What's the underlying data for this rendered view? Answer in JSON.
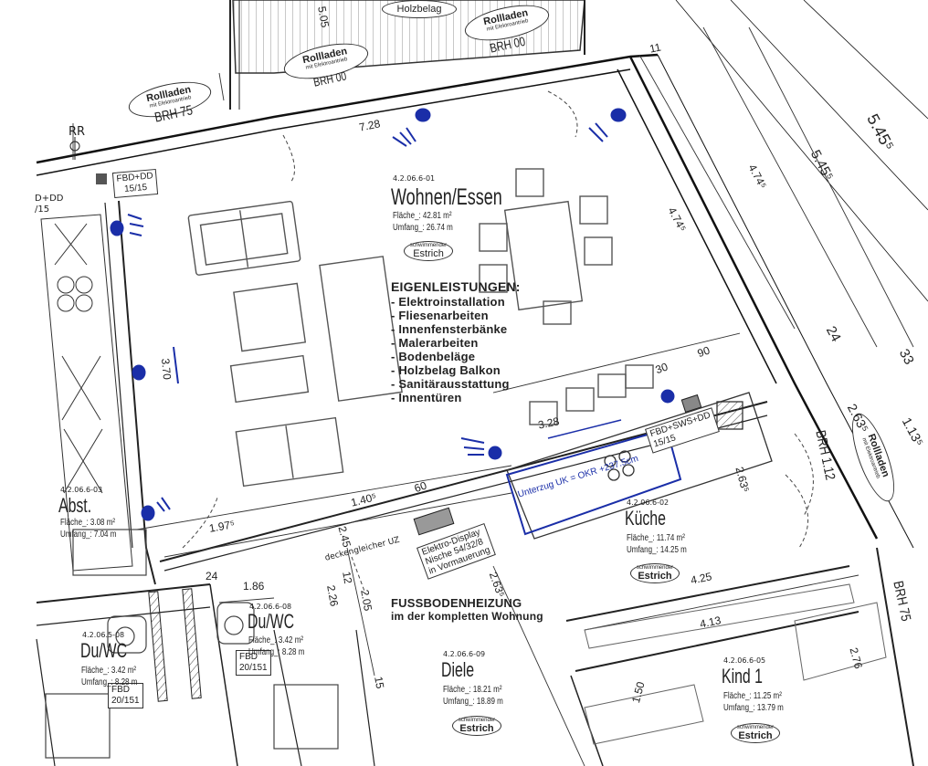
{
  "rooms": {
    "wohnen": {
      "id": "4.2.06.6-01",
      "name": "Wohnen/Essen",
      "flaeche": "Fläche_: 42.81 m²",
      "umfang": "Umfang_: 26.74 m"
    },
    "kueche": {
      "id": "4.2.06.6-02",
      "name": "Küche",
      "flaeche": "Fläche_: 11.74 m²",
      "umfang": "Umfang_: 14.25 m"
    },
    "abst": {
      "id": "4.2.06.6-03",
      "name": "Abst.",
      "flaeche": "Fläche_: 3.08 m²",
      "umfang": "Umfang_: 7.04 m"
    },
    "duwc1": {
      "id": "4.2.06.6-08",
      "name": "Du/WC",
      "flaeche": "Fläche_: 3.42 m²",
      "umfang": "Umfang_: 8.28 m"
    },
    "duwc2": {
      "id": "4.2.06.5-08",
      "name": "Du/WC",
      "flaeche": "Fläche_: 3.42 m²",
      "umfang": "Umfang_: 8.28 m"
    },
    "diele": {
      "id": "4.2.06.6-09",
      "name": "Diele",
      "flaeche": "Fläche_: 18.21 m²",
      "umfang": "Umfang_: 18.89 m"
    },
    "kind1": {
      "id": "4.2.06.6-05",
      "name": "Kind 1",
      "flaeche": "Fläche_: 11.25 m²",
      "umfang": "Umfang_: 13.79 m"
    }
  },
  "estrich": {
    "small": "schwimmender",
    "label": "Estrich"
  },
  "eigenleistungen": {
    "title": "EIGENLEISTUNGEN:",
    "items": [
      "- Elektroinstallation",
      "- Fliesenarbeiten",
      "- Innenfensterbänke",
      "- Malerarbeiten",
      "- Bodenbeläge",
      "- Holzbelag Balkon",
      "- Sanitärausstattung",
      "- Innentüren"
    ]
  },
  "fussboden": {
    "line1": "FUSSBODENHEIZUNG",
    "line2": "im der kompletten Wohnung"
  },
  "rollladen": {
    "title": "Rollladen",
    "sub": "mit Elektroantrieb"
  },
  "labels": {
    "holzbelag": "Holzbelag",
    "brh75": "BRH 75",
    "brh00a": "BRH 00",
    "brh00b": "BRH 00",
    "brh112": "BRH 1.12",
    "brh75b": "BRH 75",
    "fbd_dd": "FBD+DD",
    "fbd_dd_b": "15/15",
    "fbd_left": "D+DD",
    "fbd_left_b": "/15",
    "fbd_sws": "FBD+SWS+DD",
    "fbd_sws_b": "15/15",
    "fbd_wc": "FBD",
    "fbd_wc_b": "20/151",
    "fbd_wc2": "FBD",
    "fbd_wc2_b": "20/151",
    "unterzug": "Unterzug UK = OKR +237.5cm",
    "elektro": [
      "Elektro-Display",
      "Nische 54/32/8",
      "in Vormauerung"
    ],
    "deckengleicher": "deckengleicher UZ",
    "rr": "RR"
  },
  "dims": {
    "d728": "7.28",
    "d328": "3.28",
    "d90": "90",
    "d30": "30",
    "d60": "60",
    "d140": "1.40⁵",
    "d197": "1.97⁵",
    "d24": "24",
    "d186": "1.86",
    "d226": "2.26",
    "d2635a": "2.63⁵",
    "d2635b": "2.63⁵",
    "d425": "4.25",
    "d413": "4.13",
    "d150": "1.50",
    "d276": "2.76",
    "d5455": "5.45⁵",
    "d5455b": "5.45⁵",
    "d4745a": "4.74⁵",
    "d4745b": "4.74⁵",
    "d24b": "24",
    "d33": "33",
    "d2635c": "2.63⁵",
    "d1135": "1.13⁵",
    "d505": "5.05",
    "d11": "11",
    "d15": "15",
    "d370": "3.70",
    "d245": "2.45",
    "d205": "2.05",
    "d12": "12"
  }
}
